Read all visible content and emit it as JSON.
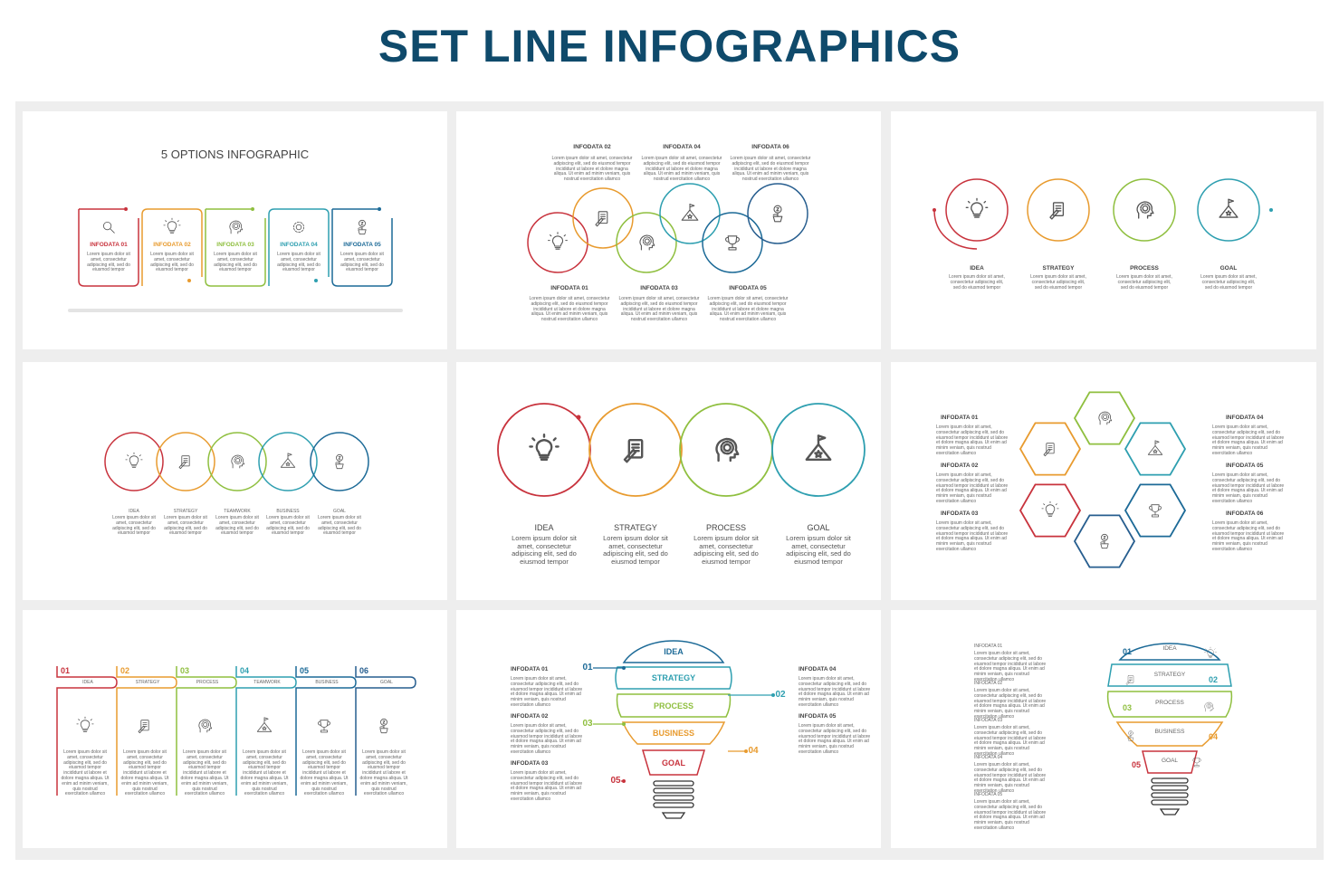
{
  "title": "SET LINE INFOGRAPHICS",
  "colors": {
    "red": "#c8333d",
    "orange": "#e89b2f",
    "green": "#8fbf3f",
    "teal": "#2e9fb0",
    "blue": "#1c6a97",
    "darkblue": "#275e8f",
    "title": "#0f4a6b"
  },
  "lorem": "Lorem ipsum dolor sit amet, consectetur adipiscing elit, sed do eiusmod tempor",
  "lorem_long": "Lorem ipsum dolor sit amet, consectetur adipiscing elit, sed do eiusmod tempor incididunt ut labore et dolore magna aliqua. Ut enim ad minim veniam, quis nostrud exercitation ullamco",
  "lorem_short": "Lorem ipsum dolor sit amet, consectetur adipiscing elit, sed do eiusmod tempor",
  "p1": {
    "heading": "5 OPTIONS INFOGRAPHIC",
    "items": [
      "INFODATA 01",
      "INFODATA 02",
      "INFODATA 03",
      "INFODATA 04",
      "INFODATA 05"
    ],
    "icons": [
      "magnifier-icon",
      "lightbulb-icon",
      "head-gear-icon",
      "gear-icon",
      "money-plant-icon"
    ]
  },
  "p2": {
    "top": [
      "INFODATA 02",
      "INFODATA 04",
      "INFODATA 06"
    ],
    "bottom": [
      "INFODATA 01",
      "INFODATA 03",
      "INFODATA 05"
    ],
    "icons": [
      "lightbulb-icon",
      "document-icon",
      "head-gear-icon",
      "mountain-flag-icon",
      "trophy-icon",
      "money-plant-icon"
    ]
  },
  "p3": {
    "labels": [
      "IDEA",
      "STRATEGY",
      "PROCESS",
      "GOAL"
    ],
    "icons": [
      "lightbulb-icon",
      "document-icon",
      "head-gear-icon",
      "mountain-flag-icon"
    ]
  },
  "p4": {
    "labels": [
      "IDEA",
      "STRATEGY",
      "TEAMWORK",
      "BUSINESS",
      "GOAL"
    ],
    "icons": [
      "lightbulb-icon",
      "document-icon",
      "head-gear-icon",
      "mountain-flag-icon",
      "money-plant-icon"
    ]
  },
  "p5": {
    "labels": [
      "IDEA",
      "STRATEGY",
      "PROCESS",
      "GOAL"
    ],
    "icons": [
      "lightbulb-icon",
      "document-icon",
      "head-gear-icon",
      "mountain-flag-icon"
    ]
  },
  "p6": {
    "left": [
      "INFODATA 01",
      "INFODATA 02",
      "INFODATA 03"
    ],
    "right": [
      "INFODATA 04",
      "INFODATA 05",
      "INFODATA 06"
    ]
  },
  "p7": {
    "numbers": [
      "01",
      "02",
      "03",
      "04",
      "05",
      "06"
    ],
    "labels": [
      "IDEA",
      "STRATEGY",
      "PROCESS",
      "TEAMWORK",
      "BUSINESS",
      "GOAL"
    ]
  },
  "p8": {
    "bands": [
      "IDEA",
      "STRATEGY",
      "PROCESS",
      "BUSINESS",
      "GOAL"
    ],
    "numbers": [
      "01",
      "02",
      "03",
      "04",
      "05"
    ],
    "left": [
      "INFODATA 01",
      "INFODATA 02",
      "INFODATA 03"
    ],
    "right": [
      "INFODATA 04",
      "INFODATA 05"
    ]
  },
  "p9": {
    "bands": [
      "IDEA",
      "STRATEGY",
      "PROCESS",
      "BUSINESS",
      "GOAL"
    ],
    "numbers": [
      "01",
      "02",
      "03",
      "04",
      "05"
    ],
    "items": [
      "INFODATA 01",
      "INFODATA 02",
      "INFODATA 03",
      "INFODATA 04",
      "INFODATA 05"
    ]
  }
}
